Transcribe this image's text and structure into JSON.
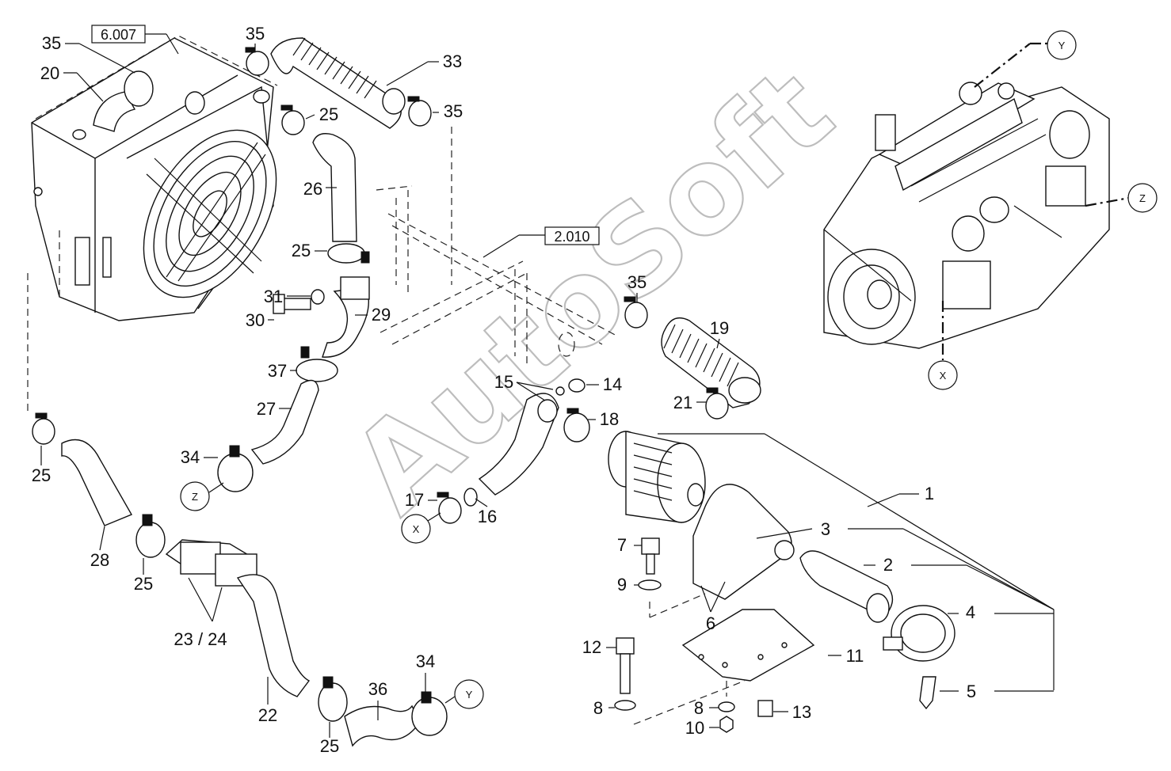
{
  "watermark": "AutoSoft",
  "reference_boxes": [
    {
      "id": "ref-6007",
      "text": "6.007"
    },
    {
      "id": "ref-2010",
      "text": "2.010"
    }
  ],
  "connectors": [
    {
      "id": "conn-y-top",
      "text": "Y"
    },
    {
      "id": "conn-z-right",
      "text": "Z"
    },
    {
      "id": "conn-x-right",
      "text": "X"
    },
    {
      "id": "conn-z-left",
      "text": "Z"
    },
    {
      "id": "conn-x-mid",
      "text": "X"
    },
    {
      "id": "conn-y-bottom",
      "text": "Y"
    }
  ],
  "callouts": [
    "35",
    "20",
    "35",
    "33",
    "25",
    "35",
    "26",
    "25",
    "31",
    "30",
    "29",
    "37",
    "27",
    "34",
    "25",
    "28",
    "25",
    "23 / 24",
    "22",
    "36",
    "34",
    "25",
    "15",
    "14",
    "18",
    "17",
    "16",
    "35",
    "19",
    "21",
    "1",
    "3",
    "2",
    "4",
    "5",
    "6",
    "7",
    "9",
    "12",
    "8",
    "8",
    "10",
    "13",
    "11"
  ]
}
